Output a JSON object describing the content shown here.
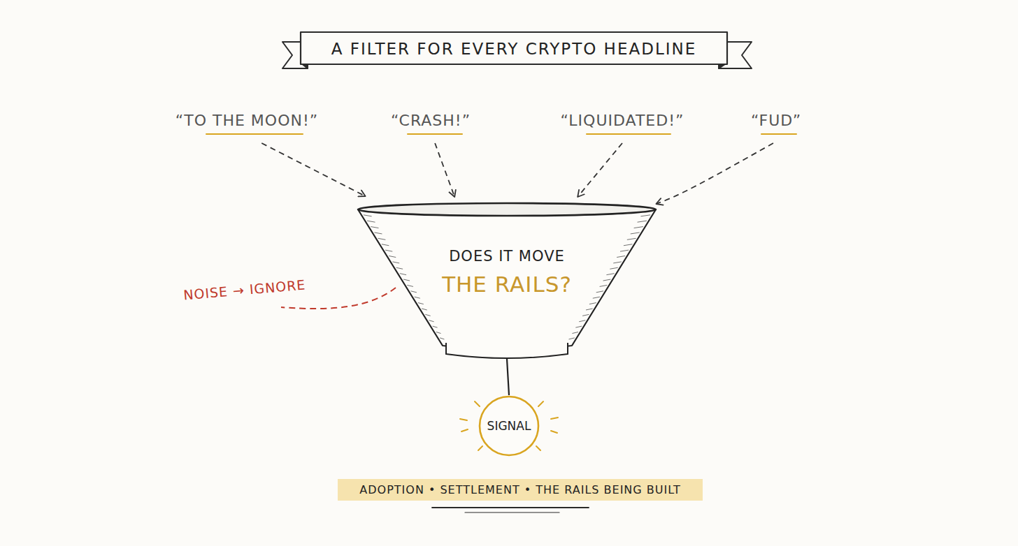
{
  "diagram": {
    "title": "A FILTER FOR EVERY CRYPTO HEADLINE",
    "caption": "ADOPTION • SETTLEMENT • THE RAILS BEING BUILT",
    "nodes": [
      {
        "text": [
          "“TO THE MOON!”"
        ]
      },
      {
        "text": [
          "“CRASH!”"
        ]
      },
      {
        "text": [
          "“LIQUIDATED!”"
        ]
      },
      {
        "text": [
          "“FUD”"
        ]
      },
      {
        "text": [
          "DOES IT MOVE",
          "THE RAILS?"
        ]
      },
      {
        "text": [
          "SIGNAL"
        ]
      }
    ],
    "edges": [
      {
        "from": 0,
        "to": 4,
        "arrow": "to"
      },
      {
        "from": 1,
        "to": 4,
        "arrow": "to"
      },
      {
        "from": 2,
        "to": 4,
        "arrow": "to"
      },
      {
        "from": 3,
        "to": 4,
        "arrow": "to"
      },
      {
        "from": 4,
        "to": 5,
        "arrow": "none"
      }
    ],
    "labels": [
      "NOISE → IGNORE"
    ]
  }
}
